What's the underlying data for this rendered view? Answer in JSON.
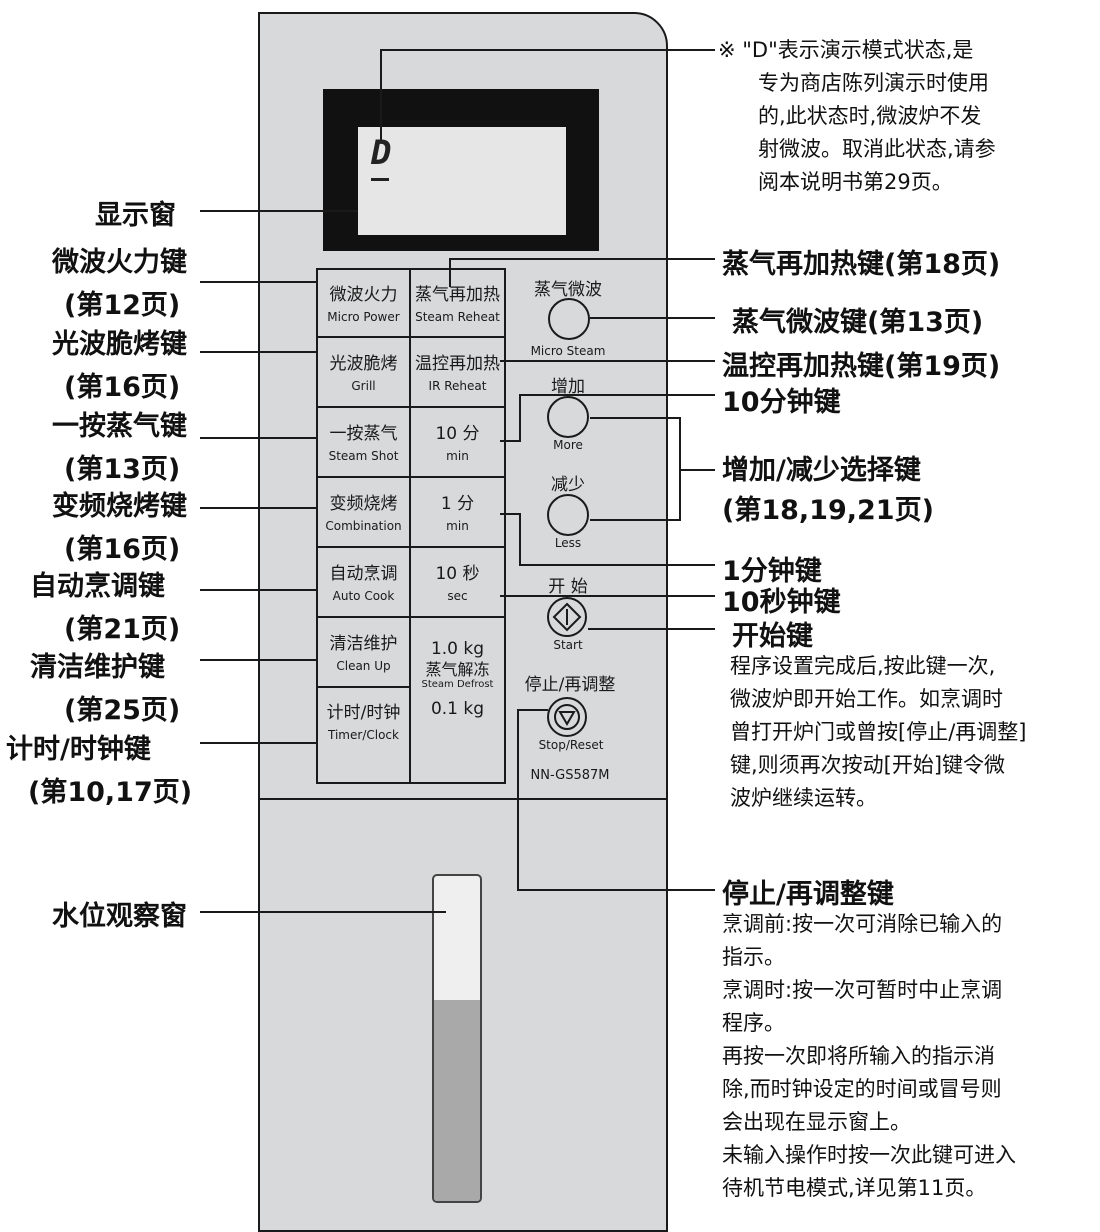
{
  "panel": {
    "demo_symbol": "D",
    "model": "NN-GS587M",
    "water_level_fraction": 0.62
  },
  "keys": {
    "micro_power": {
      "zh": "微波火力",
      "en": "Micro Power"
    },
    "steam_reheat": {
      "zh": "蒸气再加热",
      "en": "Steam Reheat"
    },
    "grill": {
      "zh": "光波脆烤",
      "en": "Grill"
    },
    "ir_reheat": {
      "zh": "温控再加热",
      "en": "IR Reheat"
    },
    "steam_shot": {
      "zh": "一按蒸气",
      "en": "Steam Shot"
    },
    "ten_min": {
      "zh": "10 分",
      "en": "min"
    },
    "combination": {
      "zh": "变频烧烤",
      "en": "Combination"
    },
    "one_min": {
      "zh": "1 分",
      "en": "min"
    },
    "auto_cook": {
      "zh": "自动烹调",
      "en": "Auto Cook"
    },
    "ten_sec": {
      "zh": "10 秒",
      "en": "sec"
    },
    "clean_up": {
      "zh": "清洁维护",
      "en": "Clean Up"
    },
    "weight_top": "1.0 kg",
    "steam_defrost": {
      "zh": "蒸气解冻",
      "en": "Steam Defrost"
    },
    "weight_bottom": "0.1 kg",
    "timer_clock": {
      "zh": "计时/时钟",
      "en": "Timer/Clock"
    },
    "micro_steam": {
      "zh": "蒸气微波",
      "en": "Micro Steam"
    },
    "more": {
      "zh": "增加",
      "en": "More"
    },
    "less": {
      "zh": "减少",
      "en": "Less"
    },
    "start": {
      "zh": "开 始",
      "en": "Start"
    },
    "stop": {
      "zh": "停止/再调整",
      "en": "Stop/Reset"
    }
  },
  "left_labels": {
    "display": "显示窗",
    "micro_power_1": "微波火力键",
    "micro_power_2": "(第12页)",
    "grill_1": "光波脆烤键",
    "grill_2": "(第16页)",
    "steam_shot_1": "一按蒸气键",
    "steam_shot_2": "(第13页)",
    "combination_1": "变频烧烤键",
    "combination_2": "(第16页)",
    "auto_cook_1": "自动烹调键",
    "auto_cook_2": "(第21页)",
    "clean_up_1": "清洁维护键",
    "clean_up_2": "(第25页)",
    "timer_1": "计时/时钟键",
    "timer_2": "(第10,17页)",
    "water": "水位观察窗"
  },
  "right_labels": {
    "steam_reheat": "蒸气再加热键(第18页)",
    "micro_steam": "蒸气微波键(第13页)",
    "ir_reheat": "温控再加热键(第19页)",
    "ten_min": "10分钟键",
    "more_less_1": "增加/减少选择键",
    "more_less_2": "(第18,19,21页)",
    "one_min": "1分钟键",
    "ten_sec": "10秒钟键",
    "start": "开始键",
    "stop": "停止/再调整键"
  },
  "demo_note": {
    "lines": [
      "※ \"D\"表示演示模式状态,是",
      "专为商店陈列演示时使用",
      "的,此状态时,微波炉不发",
      "射微波。取消此状态,请参",
      "阅本说明书第29页。"
    ]
  },
  "start_desc": {
    "lines": [
      "程序设置完成后,按此键一次,",
      "微波炉即开始工作。如烹调时",
      "曾打开炉门或曾按[停止/再调整]",
      "键,则须再次按动[开始]键令微",
      "波炉继续运转。"
    ]
  },
  "stop_desc": {
    "lines": [
      "烹调前:按一次可消除已输入的",
      "指示。",
      "烹调时:按一次可暂时中止烹调",
      "程序。",
      "再按一次即将所输入的指示消",
      "除,而时钟设定的时间或冒号则",
      "会出现在显示窗上。",
      "未输入操作时按一次此键可进入",
      "待机节电模式,详见第11页。"
    ]
  }
}
